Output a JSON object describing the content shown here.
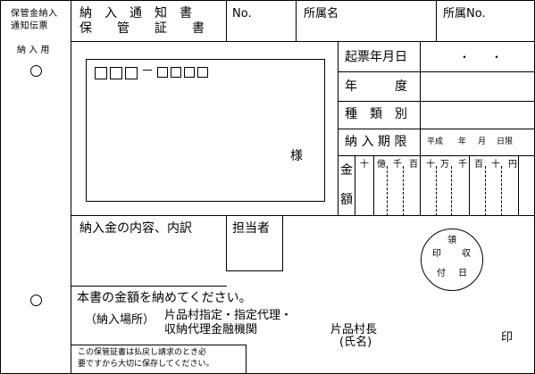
{
  "stub": {
    "title_line1": "保管金納入",
    "title_line2": "通知伝票",
    "copy_label": "納 入 用"
  },
  "doc_title": {
    "line1": "納　入　通　知　書",
    "line2": "保　　管　　証　　書"
  },
  "header": {
    "no_label": "No.",
    "dept_label": "所属名",
    "dept_no_label": "所属No."
  },
  "address_block": {
    "postal_sep": "－",
    "honorific": "様"
  },
  "fields": {
    "issue_date_label": "起票年月日",
    "issue_date_dots": "・　　・",
    "fiscal_year_label": "年　　　度",
    "type_label": "種　類　別",
    "period_label": "納 入 期 限",
    "period_era": "平成",
    "period_year": "年",
    "period_month": "月",
    "period_day": "日限",
    "amount_label_1": "金",
    "amount_label_2": "額",
    "digit_units": [
      "十",
      "億",
      "千",
      "百",
      "十",
      "万",
      "千",
      "百",
      "十",
      "円"
    ]
  },
  "details": {
    "content_label": "納入金の内容、内訳",
    "person_label": "担当者"
  },
  "receipt_stamp": {
    "top": "領",
    "mid_left": "印",
    "mid_right": "収",
    "bottom_left": "付",
    "bottom_right": "日"
  },
  "payment": {
    "instruction": "本書の金額を納めてください。",
    "place_label": "（納入場所）",
    "place_line1": "片品村指定・指定代理・",
    "place_line2": "収納代理金融機関",
    "mayor_line1": "片品村長",
    "mayor_line2": "(氏名)",
    "seal": "印"
  },
  "notice": {
    "line1": "この保管証書は払戻し請求のとき必",
    "line2": "要ですから大切に保存してください。"
  }
}
